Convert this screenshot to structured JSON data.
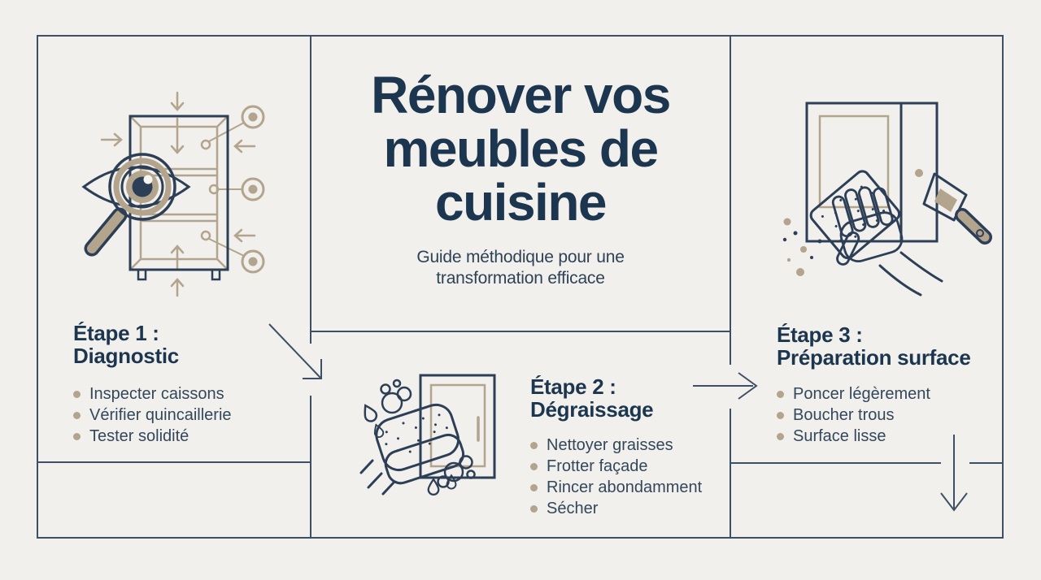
{
  "theme": {
    "background": "#f2f0ec",
    "line_color": "#3e5065",
    "heading_color": "#1d3650",
    "subtitle_color": "#2e4257",
    "body_text_color": "#33475c",
    "bullet_dot_color": "#b3a48e",
    "icon_tan": "#b2a48d",
    "icon_navy": "#2c3f56"
  },
  "header": {
    "title_lines": [
      "Rénover vos",
      "meubles de",
      "cuisine"
    ],
    "subtitle_lines": [
      "Guide méthodique pour une",
      "transformation efficace"
    ]
  },
  "steps": [
    {
      "title_line1": "Étape 1 :",
      "title_line2": "Diagnostic",
      "icon": "magnifying-glass-eye-cabinet-icon",
      "bullets": [
        "Inspecter caissons",
        "Vérifier quincaillerie",
        "Tester solidité"
      ]
    },
    {
      "title_line1": "Étape 2 :",
      "title_line2": "Dégraissage",
      "icon": "sponge-cleaning-icon",
      "bullets": [
        "Nettoyer graisses",
        "Frotter façade",
        "Rincer abondamment",
        "Sécher"
      ]
    },
    {
      "title_line1": "Étape 3 :",
      "title_line2": "Préparation surface",
      "icon": "sanding-hand-icon",
      "bullets": [
        "Poncer légèrement",
        "Boucher trous",
        "Surface lisse"
      ]
    }
  ],
  "arrows": [
    "diagonal-arrow-step1-to-step2",
    "right-arrow-step2-to-step3",
    "down-arrow-step3-next"
  ]
}
